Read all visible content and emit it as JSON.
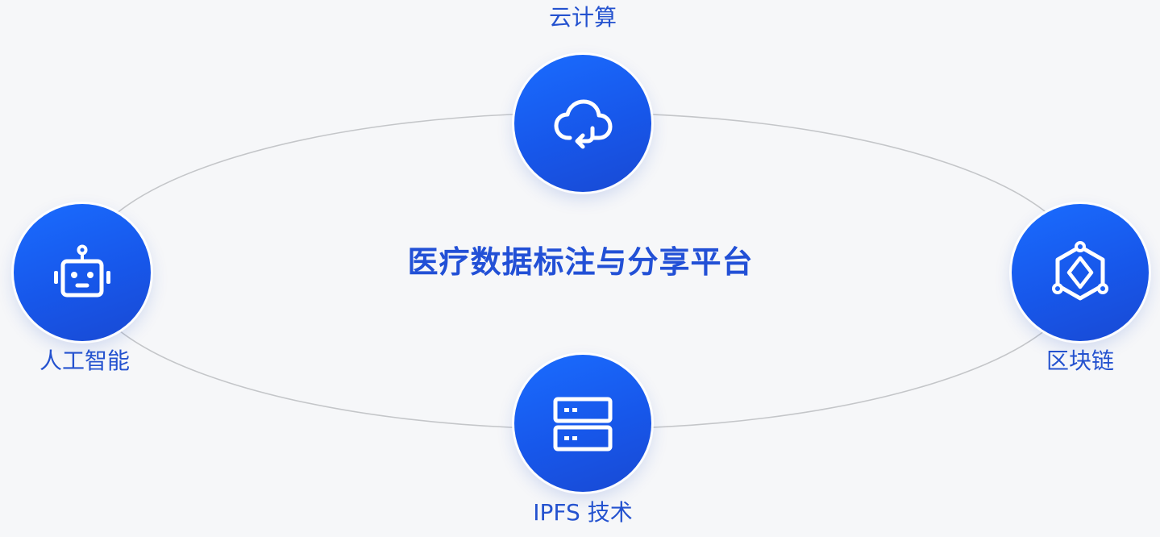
{
  "diagram": {
    "center_title": "医疗数据标注与分享平台",
    "accent_color": "#1a62f5",
    "text_color": "#2452cf",
    "orbit_color": "#c4c6c9",
    "nodes": [
      {
        "id": "cloud",
        "label": "云计算",
        "icon": "cloud-sync-icon"
      },
      {
        "id": "ai",
        "label": "人工智能",
        "icon": "robot-icon"
      },
      {
        "id": "chain",
        "label": "区块链",
        "icon": "blockchain-cube-icon"
      },
      {
        "id": "ipfs",
        "label": "IPFS 技术",
        "icon": "server-storage-icon"
      }
    ]
  }
}
